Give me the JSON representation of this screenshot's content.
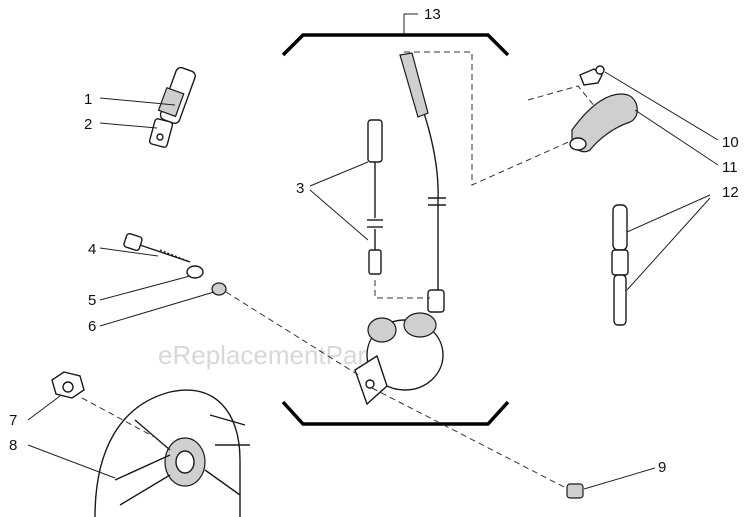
{
  "diagram": {
    "watermark": "eReplacementParts.com",
    "callouts": {
      "c1": "1",
      "c2": "2",
      "c3": "3",
      "c4": "4",
      "c5": "5",
      "c6": "6",
      "c7": "7",
      "c8": "8",
      "c9": "9",
      "c10": "10",
      "c11": "11",
      "c12": "12",
      "c13": "13"
    }
  }
}
